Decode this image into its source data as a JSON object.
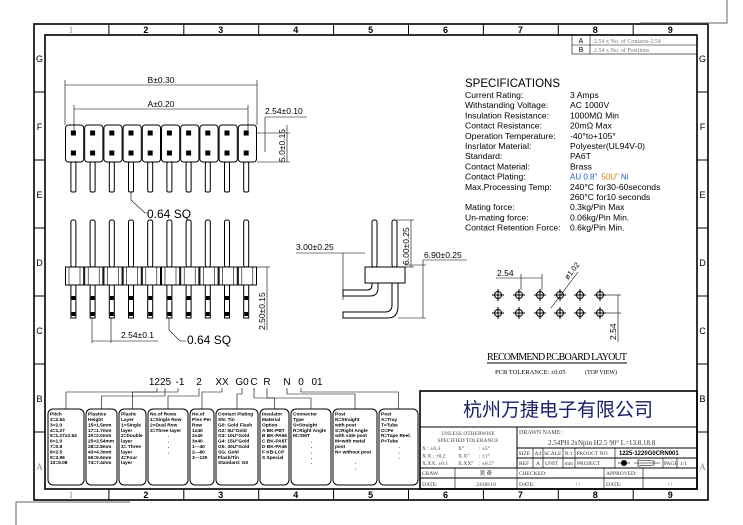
{
  "frame": {
    "columns": [
      "1",
      "2",
      "3",
      "4",
      "5",
      "6",
      "7",
      "8",
      "9"
    ],
    "rows": [
      "G",
      "F",
      "E",
      "D",
      "C",
      "B",
      "A"
    ]
  },
  "revisions": [
    {
      "rev": "A",
      "text": "2.54 x No. of Contacts-2.54"
    },
    {
      "rev": "B",
      "text": "2.54 x No. of Positions"
    }
  ],
  "dimensions": {
    "b_length": "B±0.30",
    "a_length": "A±0.20",
    "pitch_top": "2.54±0.10",
    "row_spacing": "5.0±0.15",
    "pin_size_top": "0.64  SQ",
    "pin_size_side": "0.64  SQ",
    "pitch_side": "2.54±0.1",
    "housing_height": "2.50±0.15",
    "ra_offset": "3.00±0.25",
    "ra_mating": "6.00±0.25",
    "ra_height": "6.90±0.25",
    "pcb_pitch_x": "2.54",
    "pcb_pitch_y": "2.54",
    "pcb_hole": "ø1.02"
  },
  "pcb": {
    "title": "RECOMMEND P.C.BOARD LAYOUT",
    "tolerance": "PCB TOLERANCE: ±0.05",
    "view": "(TOP VIEW)"
  },
  "specs": {
    "title": "SPECIFICATIONS",
    "items": [
      {
        "label": "Current Rating:",
        "value": "3 Amps"
      },
      {
        "label": "Withstanding Voltage:",
        "value": "AC  1000V"
      },
      {
        "label": "Insulation Resistance:",
        "value": "1000MΩ   Min"
      },
      {
        "label": "Contact Resistance:",
        "value": "20mΩ Max"
      },
      {
        "label": "Operation Temperature:",
        "value": "-40°to+105°"
      },
      {
        "label": "Insrlator Material:",
        "value": "Polyester(UL94V-0)"
      },
      {
        "label": "Standard:",
        "value": "PA6T"
      },
      {
        "label": "Contact Material:",
        "value": "Brass"
      },
      {
        "label": "Contact Plating:",
        "value": ""
      },
      {
        "label": "Max.Processing Temp:",
        "value": "240°C  for30-60seconds"
      },
      {
        "label": "",
        "value": "260°C  for10  seconds"
      },
      {
        "label": "Mating force:",
        "value": "0.3kg/Pin Max"
      },
      {
        "label": "Un-mating force:",
        "value": "0.06kg/Pin Min."
      },
      {
        "label": "Contact Retention Force:",
        "value": "0.6kg/Pin Min."
      }
    ],
    "plating_au": "AU 0.8\"",
    "plating_ni_val": "50U\"",
    "plating_ni": "Ni",
    "colors": {
      "au": "#1f5fbf",
      "ni_val": "#d08000"
    }
  },
  "part_code": {
    "segments": [
      "1225",
      "-1",
      "2",
      "XX",
      "G0",
      "C",
      "R",
      "N",
      "0",
      "01"
    ],
    "boxes": [
      {
        "title": "Pitch",
        "lines": [
          "2=2.54",
          "3=2.0",
          "4=1.27",
          "5=1.27x2.54",
          "6=1.0",
          "7=0.8",
          "8=2.5",
          "9=3.96",
          "10=5.08"
        ]
      },
      {
        "title": "Plastice Height",
        "lines": [
          "15=1.5mm",
          "17=1.7mm",
          "20=2.0mm",
          "25=2.54mm",
          "28=2.8mm",
          "43=4.3mm",
          "66=6.6mm",
          "74=7.4mm"
        ]
      },
      {
        "title": "Plastic Layer",
        "lines": [
          "1=Single",
          "layer",
          "2=Double",
          "layer",
          "3= Three",
          "layer",
          "4=Four",
          "layer"
        ]
      },
      {
        "title": "No.of Rows",
        "lines": [
          "1=Single Row",
          "2=Dual Row",
          "3=Three layer",
          ".",
          ".",
          ".",
          "."
        ]
      },
      {
        "title": "No.of Pins Per Row",
        "lines": [
          "1x40",
          "2x40",
          "3x40",
          "1---40",
          "2---80",
          "3---120"
        ]
      },
      {
        "title": "Contact Plating",
        "lines": [
          "SN: Tin",
          "G0: Gold Flash",
          "G2: 5U\"Gold",
          "G3: 10U\"Gold",
          "G4: 15U\"Gold",
          "G5: 30U\"Gold",
          "SG: Gold",
          "Flash/Tin",
          "Standard: G0"
        ]
      },
      {
        "title": "Insulator Material Option",
        "lines": [
          "A  BK-PBT",
          "B  BK-PA66",
          "C  BK-PA6T",
          "D  BK-PA46",
          "F  KB-LCP",
          "S  Special"
        ]
      },
      {
        "title": "Connector Type",
        "lines": [
          "S=Straight",
          "R=Right Angle",
          "M=SMT",
          ".",
          ".",
          ".",
          ".",
          "."
        ]
      },
      {
        "title": "Post",
        "lines": [
          "N=Straight",
          "with post",
          "S=Right Angle",
          "with side post",
          "M=with metal",
          "post",
          "N= without post",
          "",
          ".",
          "."
        ]
      },
      {
        "title": "Post",
        "lines": [
          "A=Tray",
          "T=Tube",
          "O=Pe",
          "R=Tape Reel.",
          "P=Tube",
          ".",
          ".",
          "."
        ]
      }
    ]
  },
  "title_block": {
    "company": "杭州万捷电子有限公司",
    "tolerance_title": [
      "UNLESS OTHERWISE",
      "SPECIFIED TOLERANCE"
    ],
    "tolerance_rows": [
      [
        "X   : ±0.3",
        "X°",
        ": ±5°"
      ],
      [
        "X.X : ±0.2",
        "X.X°",
        ": ±1°"
      ],
      [
        "X.XX: ±0.1",
        "X.XX°",
        ": ±0.5°"
      ]
    ],
    "drawn_name_label": "DRAWN NAME:",
    "drawn_name": "2.54PH  2xNpin  H2.5  90°  L=13.8,18.8",
    "size_label": "SIZE",
    "size": "A4",
    "scale_label": "SCALE",
    "scale": "N:1",
    "product_no_label": "PROUCT NO.",
    "product_no": "1225-1220G0CRN001",
    "ref_label": "REF",
    "ref": "A",
    "unit_label": "UNIT",
    "unit": "mm",
    "project_label": "PROJECT",
    "page_label": "PAGE",
    "page": "1/1",
    "draw_label": "CRAW:",
    "drawer": "吴  奇",
    "checked_label": "CHECKED:",
    "approved_label": "APPROVED:",
    "date_label": "DATE:",
    "date": "24/08/10",
    "checked_date": "/  /",
    "approved_date": "/  /"
  }
}
